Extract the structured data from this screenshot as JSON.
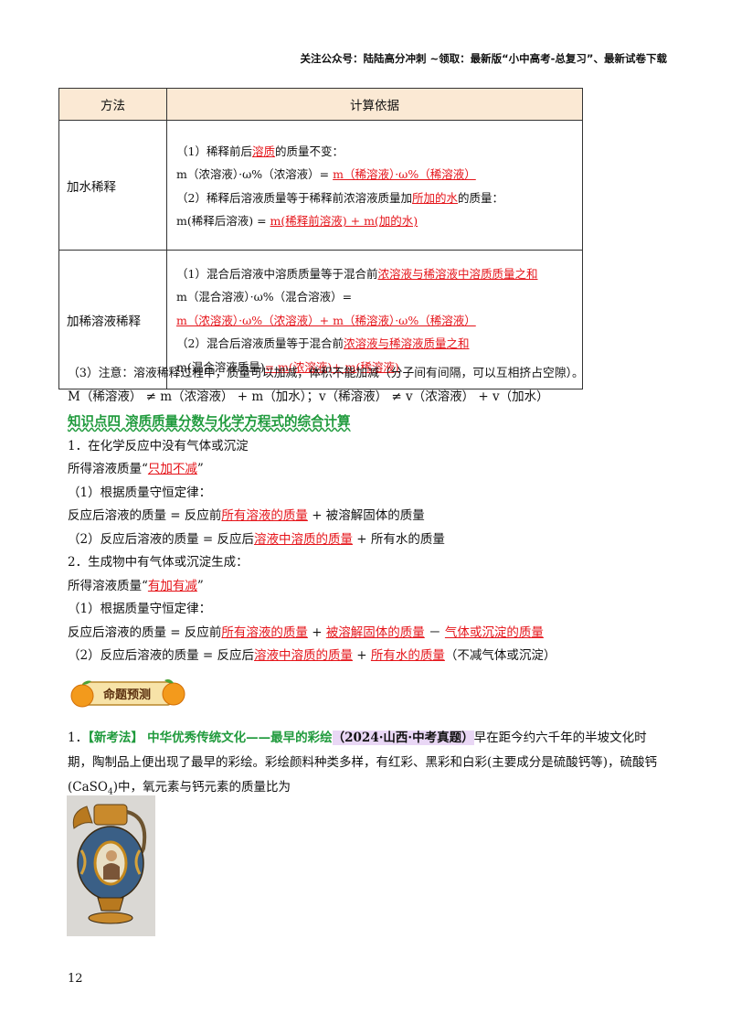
{
  "header": {
    "text": "关注公众号：陆陆高分冲刺  ~领取：最新版“小中高考-总复习”、最新试卷下载"
  },
  "table": {
    "col1": "方法",
    "col2": "计算依据",
    "row1": {
      "method": "加水稀释",
      "l1a": "（1）稀释前后",
      "l1b": "溶质",
      "l1c": "的质量不变：",
      "l2a": "m（浓溶液）·ω%（浓溶液）=",
      "l2b": "m（稀溶液）·ω%（稀溶液）",
      "l3a": "（2）稀释后溶液质量等于稀释前浓溶液质量加",
      "l3b": "所加的水",
      "l3c": "的质量：",
      "l4a": "m(稀释后溶液) =",
      "l4b": "m(稀释前溶液) + m(加的水)"
    },
    "row2": {
      "method": "加稀溶液稀释",
      "l1a": "（1）混合后溶液中溶质质量等于混合前",
      "l1b": "浓溶液与稀溶液中溶质质量之和",
      "l2": "m（混合溶液）·ω%（混合溶液）=",
      "l3": "m（浓溶液）·ω%（浓溶液）+ m（稀溶液）·ω%（稀溶液）",
      "l4a": "（2）混合后溶液质量等于混合前",
      "l4b": "浓溶液与稀溶液质量之和",
      "l5a": "m(混合溶液质量)",
      "l5b": "= m(浓溶液)+ m(稀溶液)"
    }
  },
  "note": {
    "l1": "（3）注意：溶液稀释过程中，质量可以加减，体积不能加减（分子间有间隔，可以互相挤占空隙）。",
    "l2": "M（稀溶液） ≠ m（浓溶液） + m（加水）；v（稀溶液） ≠ v（浓溶液） + v（加水）"
  },
  "section4": {
    "title": "知识点四  溶质质量分数与化学方程式的综合计算",
    "p1": "1．在化学反应中没有气体或沉淀",
    "p2a": "所得溶液质量“",
    "p2b": "只加不减",
    "p2c": "”",
    "p3": "（1）根据质量守恒定律：",
    "p4a": "反应后溶液的质量 = 反应前",
    "p4b": "所有溶液的质量",
    "p4c": " + 被溶解固体的质量",
    "p5a": "（2）反应后溶液的质量 = 反应后",
    "p5b": "溶液中溶质的质量",
    "p5c": " + 所有水的质量",
    "p6": "2．生成物中有气体或沉淀生成：",
    "p7a": "所得溶液质量“",
    "p7b": "有加有减",
    "p7c": "”",
    "p8": "（1）根据质量守恒定律：",
    "p9a": "反应后溶液的质量 = 反应前",
    "p9b": "所有溶液的质量",
    "p9c": " + ",
    "p9d": "被溶解固体的质量",
    "p9e": " － ",
    "p9f": "气体或沉淀的质量",
    "p10a": "（2）反应后溶液的质量 = 反应后",
    "p10b": "溶液中溶质的质量",
    "p10c": " + ",
    "p10d": "所有水的质量",
    "p10e": "（不减气体或沉淀）"
  },
  "badge": {
    "text": "命题预测"
  },
  "question": {
    "num": "1．",
    "tag": "【新考法】",
    "theme": "中华优秀传统文化——最早的彩绘",
    "source": "（2024·山西·中考真题）",
    "t1": "早在距今约六千年的半坡文化时期，陶制品上便出现了最早的彩绘。彩绘颜料种类多样，有红彩、黑彩和白彩(主要成分是硫酸钙等)，硫酸钙(CaSO",
    "sub": "4",
    "t2": ")中，氧元素与钙元素的质量比为"
  },
  "page": {
    "number": "12"
  }
}
